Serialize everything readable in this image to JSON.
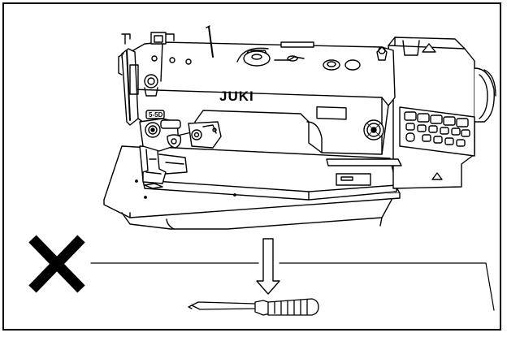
{
  "brand": {
    "logo_text": "JUKI",
    "model_badge": "5-5D"
  },
  "warning": {
    "symbol": "prohibited-cross",
    "meaning_icon": "x-mark-icon"
  },
  "colors": {
    "line": "#000000",
    "background": "#ffffff"
  },
  "icons": {
    "machine": "sewing-machine-icon",
    "tool": "screwdriver-icon",
    "arrow": "down-arrow-icon"
  }
}
